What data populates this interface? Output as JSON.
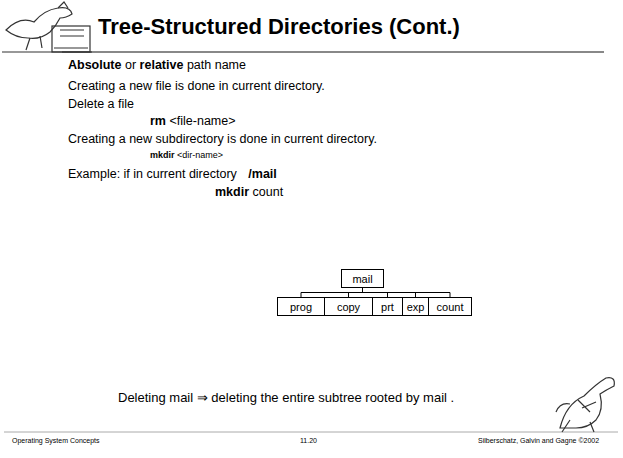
{
  "diagram": {
    "title": "Tree-Structured Directories (Cont.)",
    "nodes": [
      {
        "text": [
          "mail"
        ]
      },
      {
        "text": [
          "prog"
        ]
      },
      {
        "text": [
          "copy"
        ]
      },
      {
        "text": [
          "prt"
        ]
      },
      {
        "text": [
          "exp"
        ]
      },
      {
        "text": [
          "count"
        ]
      }
    ],
    "edges": [
      {
        "from": 0,
        "to": 1,
        "arrow": "none"
      },
      {
        "from": 0,
        "to": 2,
        "arrow": "none"
      },
      {
        "from": 0,
        "to": 3,
        "arrow": "none"
      },
      {
        "from": 0,
        "to": 4,
        "arrow": "none"
      },
      {
        "from": 0,
        "to": 5,
        "arrow": "none"
      }
    ],
    "labels": [
      "Absolute",
      "or",
      "relative",
      "path name",
      "Creating a new file is done in current directory.",
      "Delete a file",
      "rm",
      "<file-name>",
      "Creating a new subdirectory is done in current directory.",
      "mkdir",
      "<dir-name>",
      "Example: if in current directory",
      "/mail",
      "mkdir",
      "count",
      "Deleting  mail  ⇒ deleting the entire subtree rooted by  mail .",
      "Operating System Concepts",
      "11.20",
      "Silberschatz, Galvin and Gagne ©2002"
    ]
  }
}
